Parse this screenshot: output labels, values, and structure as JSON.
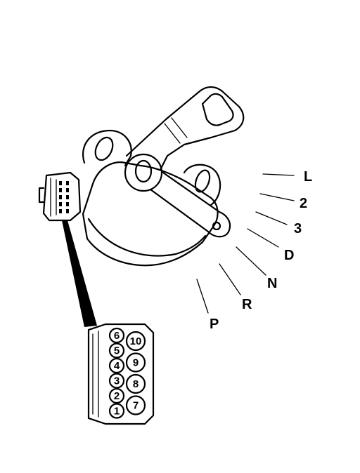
{
  "gear_positions": [
    {
      "label": "L"
    },
    {
      "label": "2"
    },
    {
      "label": "3"
    },
    {
      "label": "D"
    },
    {
      "label": "N"
    },
    {
      "label": "R"
    },
    {
      "label": "P"
    }
  ],
  "connector_pins": {
    "left_column": [
      "6",
      "5",
      "4",
      "3",
      "2",
      "1"
    ],
    "right_column": [
      "10",
      "9",
      "8",
      "7"
    ]
  }
}
